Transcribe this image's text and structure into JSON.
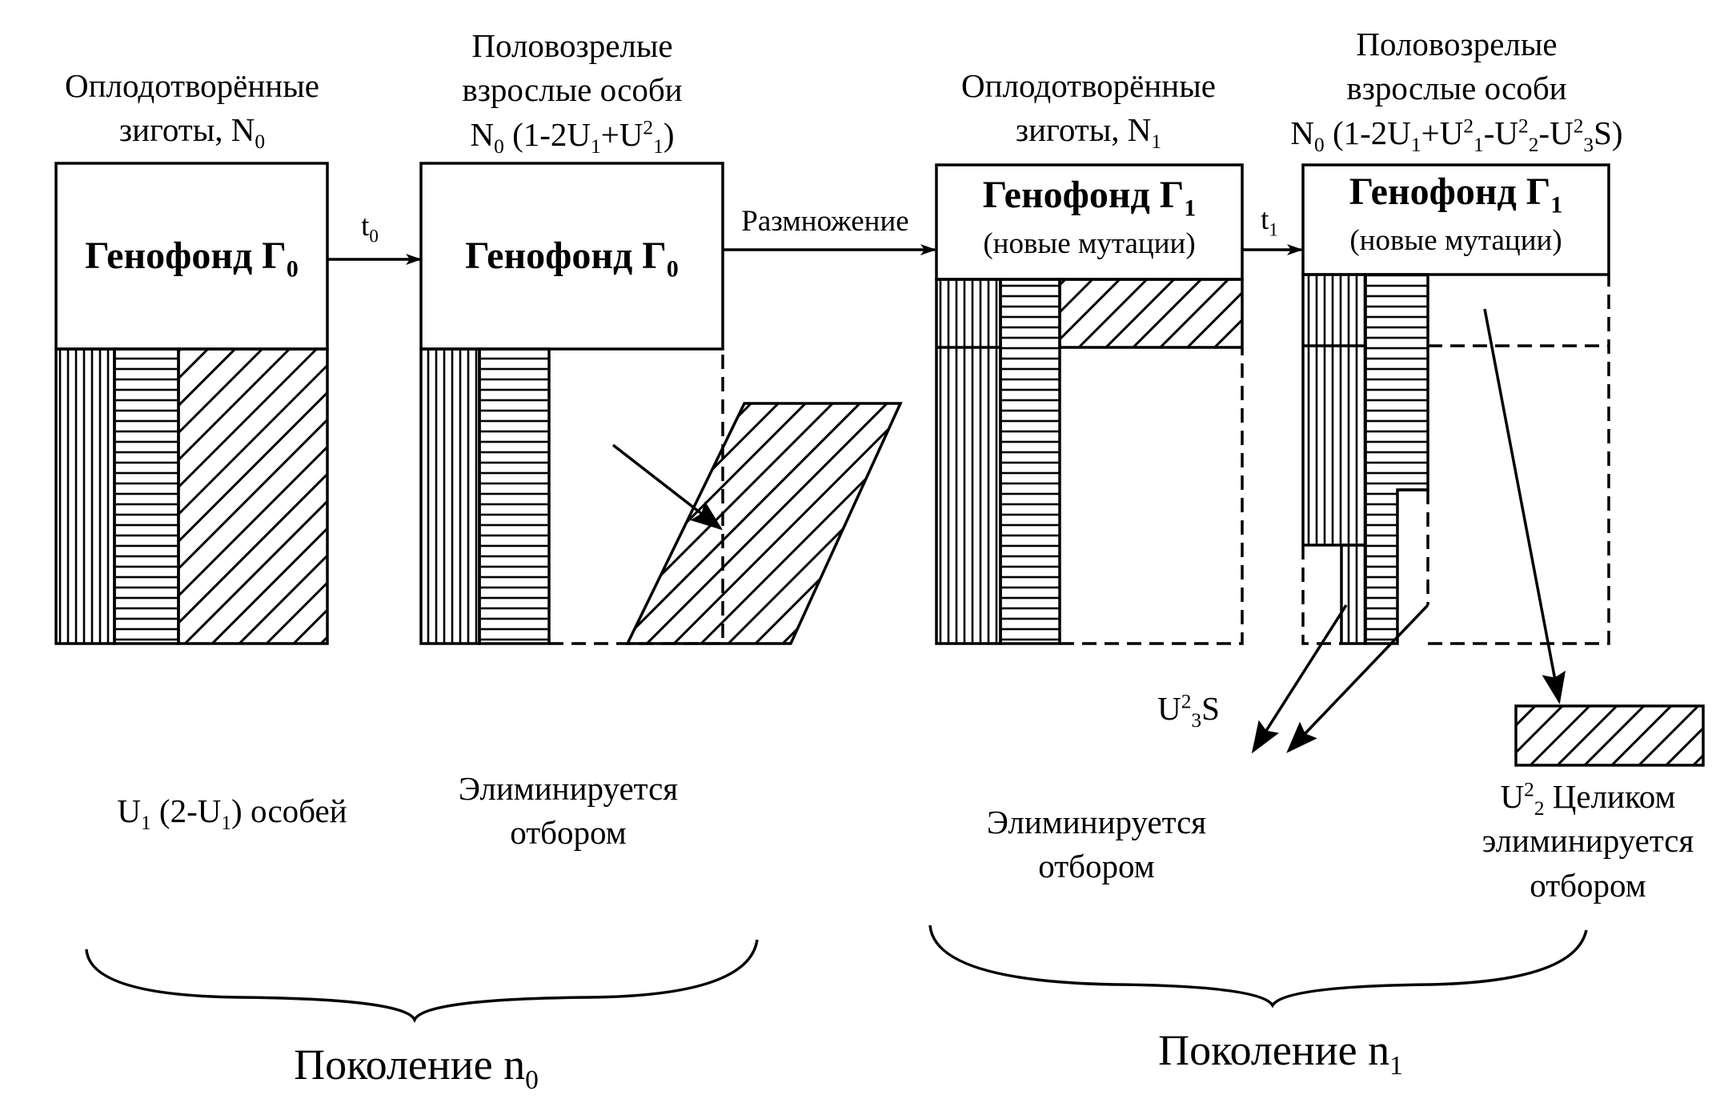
{
  "labels": {
    "zygotes0_l1": "Оплодотворённые",
    "zygotes0_l2": "зиготы, N",
    "zygotes0_sub": "0",
    "adults0_l1": "Половозрелые",
    "adults0_l2": "взрослые особи",
    "adults0_formula": {
      "a": "N",
      "a_sub": "0",
      "b": " (1-2U",
      "b_sub": "1",
      "c": "+U",
      "c_sup": "2",
      "c_sub": "1",
      "d": ")"
    },
    "zygotes1_l1": "Оплодотворённые",
    "zygotes1_l2": "зиготы, N",
    "zygotes1_sub": "1",
    "adults1_l1": "Половозрелые",
    "adults1_l2": "взрослые особи",
    "adults1_formula": {
      "a": "N",
      "a_sub": "0",
      "b": " (1-2U",
      "b_sub": "1",
      "c": "+U",
      "c_sup": "2",
      "c_sub": "1",
      "d": "-U",
      "d_sup": "2",
      "d_sub": "2",
      "e": "-U",
      "e_sup": "2",
      "e_sub": "3",
      "f": "S)"
    },
    "genofond0_a": "Генофонд Г",
    "genofond0_a_sub": "0",
    "genofond0_b": "Генофонд Г",
    "genofond0_b_sub": "0",
    "genofond1_a": "Генофонд Г",
    "genofond1_a_sub": "1",
    "genofond1_b": "Генофонд Г",
    "genofond1_b_sub": "1",
    "new_mutations_a": "(новые мутации)",
    "new_mutations_b": "(новые мутации)",
    "t0": "t",
    "t0_sub": "0",
    "t1": "t",
    "t1_sub": "1",
    "reproduction": "Размножение",
    "u1_count": {
      "a": "U",
      "a_sub": "1",
      "b": " (2-U",
      "b_sub": "1",
      "c": ") особей"
    },
    "eliminated0_l1": "Элиминируется",
    "eliminated0_l2": "отбором",
    "u23s": {
      "a": "U",
      "a_sup": "2",
      "a_sub": "3",
      "b": "S"
    },
    "eliminated1_l1": "Элиминируется",
    "eliminated1_l2": "отбором",
    "u2_whole": {
      "a": "U",
      "a_sup": "2",
      "a_sub": "2",
      "b": "  Целиком"
    },
    "eliminated2_l1": "элиминируется",
    "eliminated2_l2": "отбором",
    "generation0": "Поколение n",
    "generation0_sub": "0",
    "generation1": "Поколение n",
    "generation1_sub": "1"
  }
}
